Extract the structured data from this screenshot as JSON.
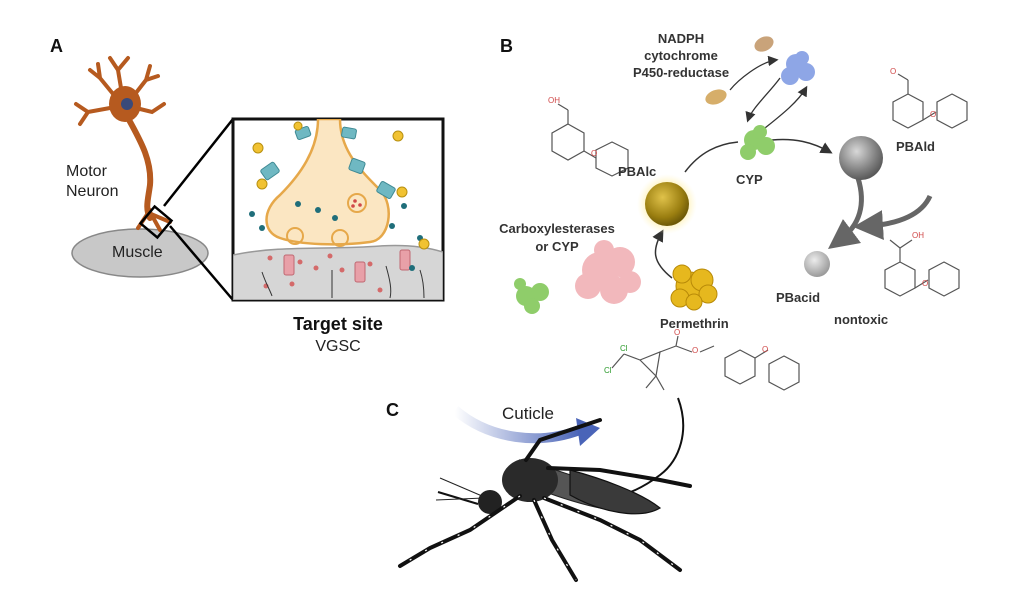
{
  "panels": {
    "a": "A",
    "b": "B",
    "c": "C"
  },
  "panel_a": {
    "neuron_label_line1": "Motor",
    "neuron_label_line2": "Neuron",
    "muscle_label": "Muscle",
    "target_title": "Target site",
    "target_subtitle": "VGSC"
  },
  "panel_b": {
    "reductase_line1": "NADPH",
    "reductase_line2": "cytochrome",
    "reductase_line3": "P450-reductase",
    "cyp_label": "CYP",
    "pbald_label": "PBAld",
    "pbalc_label": "PBAlc",
    "esterase_line1": "Carboxylesterases",
    "esterase_line2": "or CYP",
    "pbacid_label": "PBacid",
    "nontoxic_label": "nontoxic",
    "permethrin_label": "Permethrin"
  },
  "panel_c": {
    "cuticle_label": "Cuticle"
  },
  "chem_atoms": {
    "oh": "OH",
    "o": "O",
    "cl": "Cl"
  },
  "colors": {
    "neuron": "#b65a1f",
    "muscle": "#c8c8c8",
    "channel": "#6fb8c2",
    "receptor": "#e8a0a8",
    "cyp_green": "#8fcd6a",
    "reductase_blue": "#8ea6e6",
    "esterase_pink": "#f2b8bc",
    "permethrin_gold": "#e6b81e",
    "mosquito": "#2a2a2a",
    "cuticle_arrow": "#4a64b8"
  }
}
